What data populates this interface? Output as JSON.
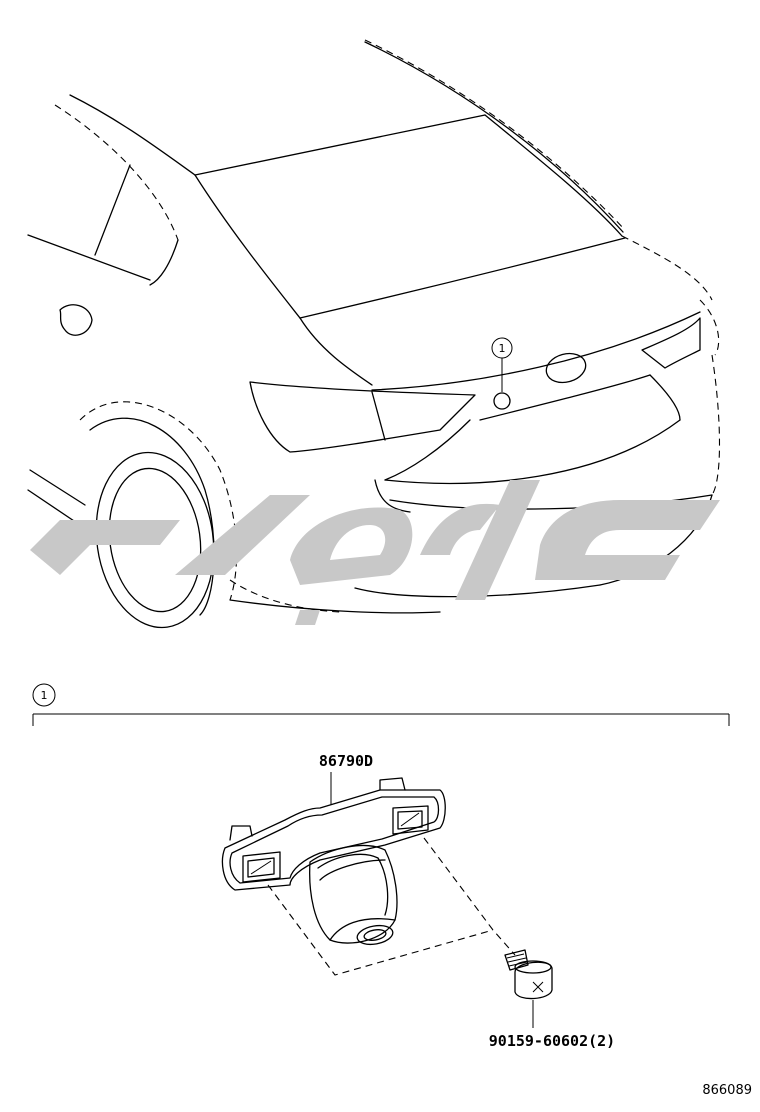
{
  "diagram": {
    "callouts": [
      {
        "id": "callout-1-car",
        "text": "1"
      },
      {
        "id": "callout-1-section",
        "text": "1"
      }
    ],
    "parts": [
      {
        "id": "camera-assembly",
        "part_number": "86790D"
      },
      {
        "id": "screw",
        "part_number": "90159-60602(2)"
      }
    ],
    "diagram_code": "866089",
    "watermark": {
      "color": "#c8c8c8"
    }
  }
}
